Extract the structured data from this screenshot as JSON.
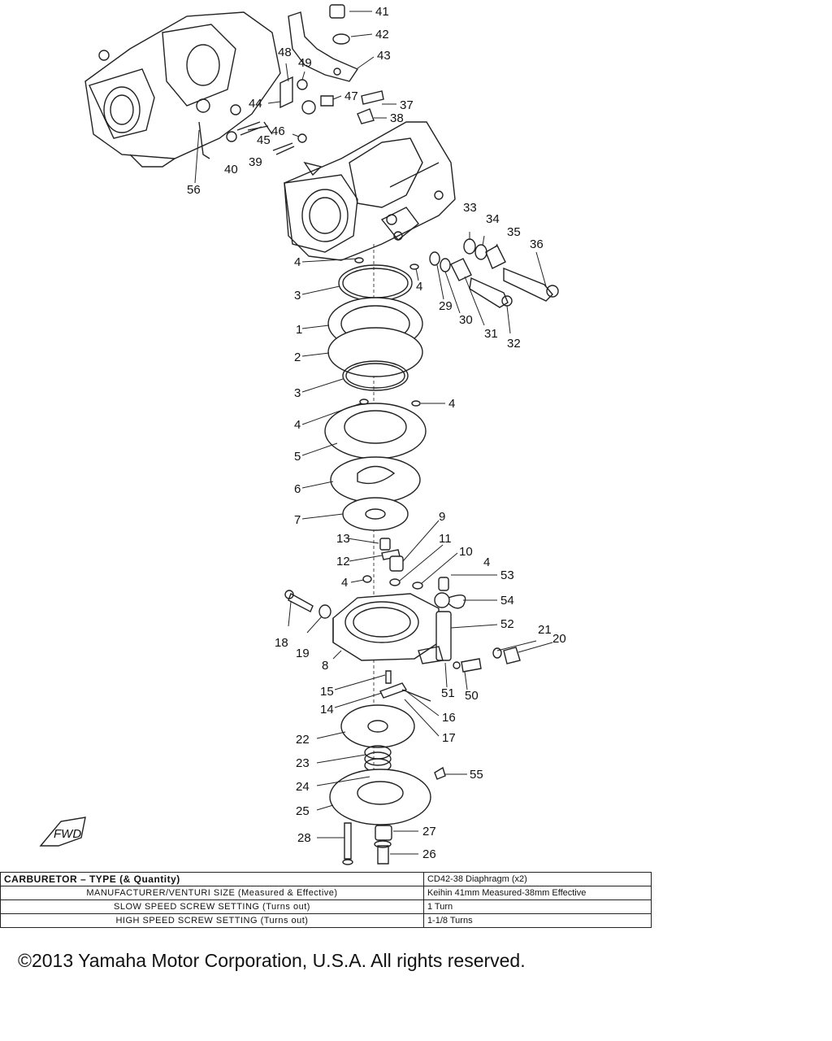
{
  "callouts": [
    "1",
    "2",
    "3",
    "3",
    "4",
    "4",
    "4",
    "4",
    "4",
    "4",
    "5",
    "6",
    "7",
    "8",
    "9",
    "10",
    "11",
    "12",
    "13",
    "14",
    "15",
    "16",
    "17",
    "18",
    "19",
    "20",
    "21",
    "22",
    "23",
    "24",
    "25",
    "26",
    "27",
    "28",
    "29",
    "30",
    "31",
    "32",
    "33",
    "34",
    "35",
    "36",
    "37",
    "38",
    "39",
    "40",
    "41",
    "42",
    "43",
    "44",
    "45",
    "46",
    "47",
    "48",
    "49",
    "50",
    "51",
    "52",
    "53",
    "54",
    "55",
    "56"
  ],
  "fwd_badge": "FWD",
  "spec_table": {
    "rows": [
      {
        "label": "CARBURETOR – TYPE (& Quantity)",
        "value": "CD42-38 Diaphragm (x2)"
      },
      {
        "label": "MANUFACTURER/VENTURI SIZE (Measured & Effective)",
        "value": "Keihin 41mm Measured-38mm Effective"
      },
      {
        "label": "SLOW SPEED SCREW SETTING (Turns out)",
        "value": "1 Turn"
      },
      {
        "label": "HIGH SPEED SCREW SETTING (Turns out)",
        "value": "1-1/8 Turns"
      }
    ]
  },
  "copyright": "©2013 Yamaha Motor Corporation, U.S.A. All rights reserved."
}
